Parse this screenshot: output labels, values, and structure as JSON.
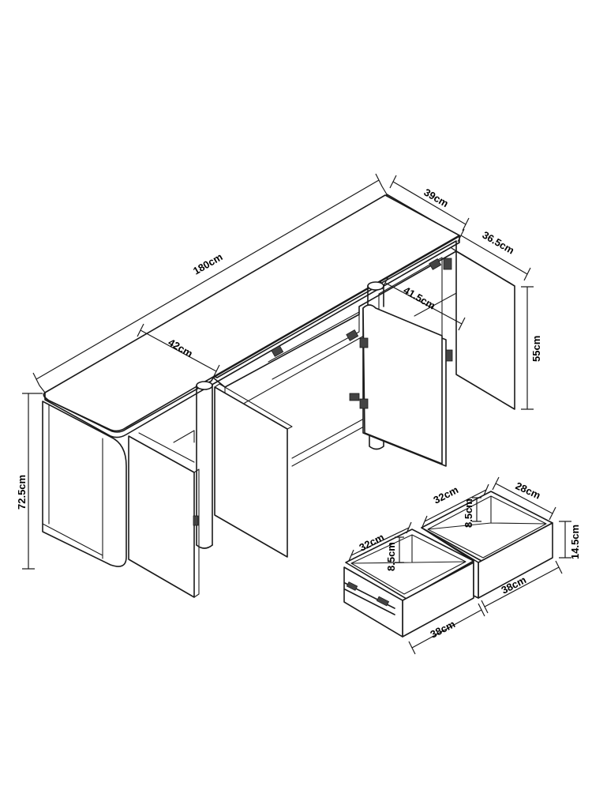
{
  "diagram": {
    "labels": {
      "overall_width": "180cm",
      "top_depth": "39cm",
      "side_depth": "36.5cm",
      "left_section_width": "42cm",
      "inner_width": "41.5cm",
      "door_height": "55cm",
      "total_height": "72.5cm",
      "drawer_left_inner_width": "32cm",
      "drawer_left_inner_depth": "8.5cm",
      "drawer_right_inner_width": "32cm",
      "drawer_right_inner_depth": "8.5cm",
      "drawer_right_side": "28cm",
      "drawer_height": "14.5cm",
      "drawer_left_front_width": "38cm",
      "drawer_right_front_width": "38cm"
    }
  }
}
